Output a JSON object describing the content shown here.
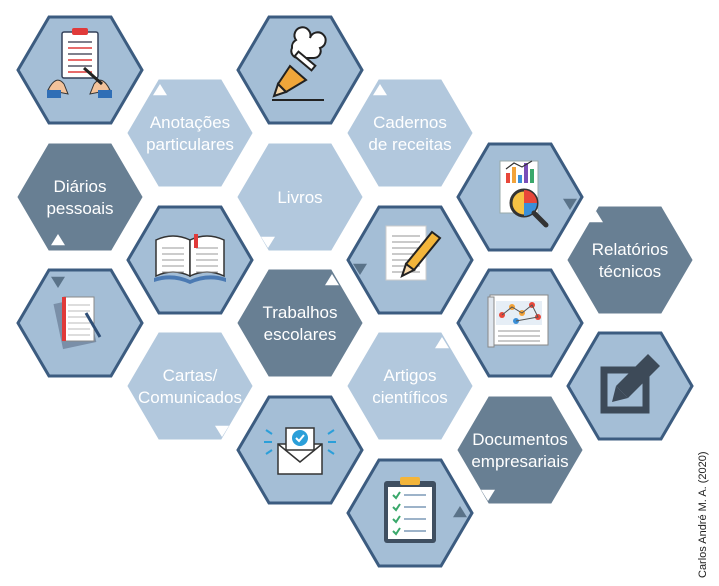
{
  "colors": {
    "light_fill": "#b2c8dd",
    "light_stroke": "#b2c8dd",
    "dark_fill": "#687f93",
    "icon_fill": "#a4bed6",
    "icon_stroke": "#3c5c80",
    "light_text": "#ffffff",
    "dark_text": "#ffffff"
  },
  "credit": "Carlos André M. A. (2020)",
  "hexes": [
    {
      "id": "hex-icon-checklist-hands",
      "kind": "icon",
      "icon": "clipboard-hands-icon"
    },
    {
      "id": "hex-icon-chef-pencil",
      "kind": "icon",
      "icon": "chef-hat-pencil-icon"
    },
    {
      "id": "hex-anotacoes",
      "kind": "light",
      "lines": [
        "Anotações",
        "particulares"
      ],
      "arrow": "up-left"
    },
    {
      "id": "hex-cadernos",
      "kind": "light",
      "lines": [
        "Cadernos",
        "de receitas"
      ],
      "arrow": "up-left"
    },
    {
      "id": "hex-diarios",
      "kind": "dark",
      "lines": [
        "Diários",
        "pessoais"
      ],
      "arrow": "up-right"
    },
    {
      "id": "hex-livros",
      "kind": "light",
      "lines": [
        "Livros"
      ],
      "arrow": "down-left"
    },
    {
      "id": "hex-icon-report",
      "kind": "icon",
      "icon": "report-magnifier-icon",
      "arrow": "down-right"
    },
    {
      "id": "hex-relatorios",
      "kind": "dark",
      "lines": [
        "Relatórios",
        "técnicos"
      ],
      "arrow": "up-left-top"
    },
    {
      "id": "hex-icon-book",
      "kind": "icon",
      "icon": "open-book-icon"
    },
    {
      "id": "hex-icon-paper-pencil",
      "kind": "icon",
      "icon": "paper-pencil-icon",
      "arrow": "left-down"
    },
    {
      "id": "hex-icon-notebook",
      "kind": "icon",
      "icon": "notebook-pen-icon",
      "arrow": "left-down-top"
    },
    {
      "id": "hex-trabalhos",
      "kind": "dark",
      "lines": [
        "Trabalhos",
        "escolares"
      ],
      "arrow": "up-right-top"
    },
    {
      "id": "hex-icon-newspaper",
      "kind": "icon",
      "icon": "newspaper-graph-icon"
    },
    {
      "id": "hex-cartas",
      "kind": "light",
      "lines": [
        "Cartas/",
        "Comunicados"
      ],
      "arrow": "down-right"
    },
    {
      "id": "hex-artigos",
      "kind": "light",
      "lines": [
        "Artigos",
        "científicos"
      ],
      "arrow": "up-right-top"
    },
    {
      "id": "hex-icon-edit",
      "kind": "icon",
      "icon": "edit-square-icon"
    },
    {
      "id": "hex-icon-envelope",
      "kind": "icon",
      "icon": "envelope-check-icon"
    },
    {
      "id": "hex-documentos",
      "kind": "dark",
      "lines": [
        "Documentos",
        "empresariais"
      ],
      "arrow": "down-left"
    },
    {
      "id": "hex-icon-clipboard",
      "kind": "icon",
      "icon": "clipboard-checklist-icon",
      "arrow": "up-right-bottom"
    }
  ]
}
